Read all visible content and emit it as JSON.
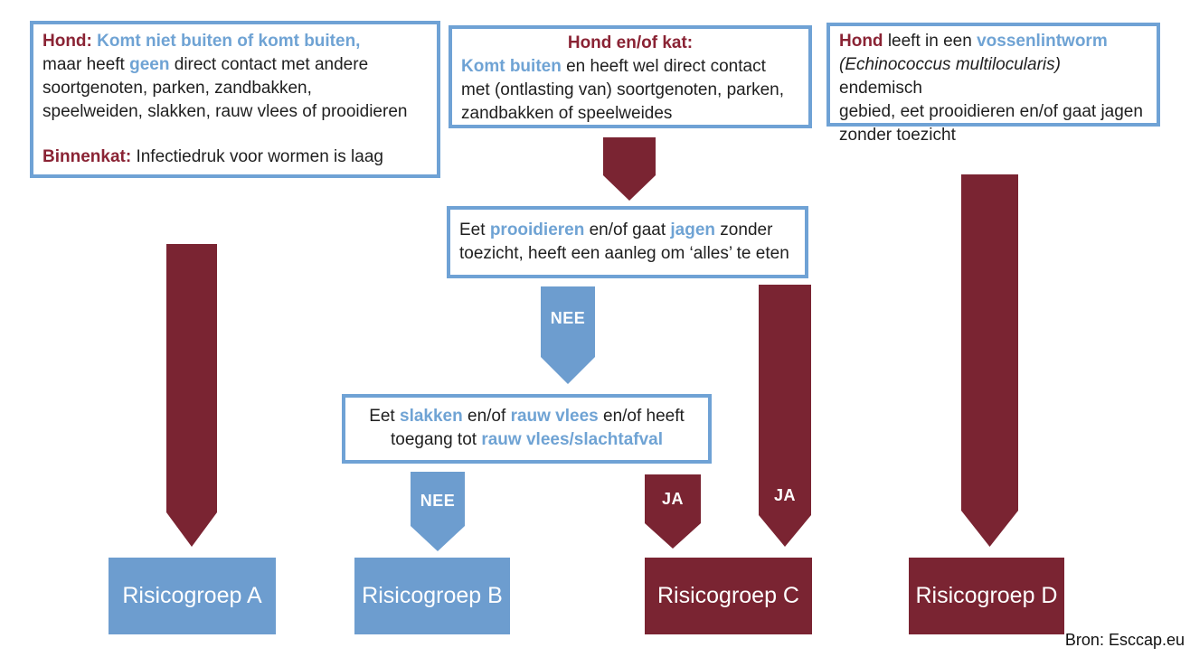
{
  "colors": {
    "box_border_blue": "#6FA2D5",
    "shape_blue": "#6D9DCF",
    "shape_maroon": "#7A2432",
    "text_blue": "#6FA3D4",
    "text_maroon": "#8A2334",
    "text_black": "#1F1F1F"
  },
  "boxes": {
    "indoor": {
      "p1": [
        "Hond: ",
        "Komt niet buiten of komt buiten,",
        "\nmaar heeft ",
        "geen",
        " direct contact met andere\nsoortgenoten, parken, zandbakken,\nspeelweiden, slakken, rauw vlees of prooidieren"
      ],
      "p2": [
        "Binnenkat: ",
        "Infectiedruk voor wormen is laag"
      ]
    },
    "outdoor": {
      "title": "Hond en/of kat:",
      "body": [
        "Komt buiten",
        " en heeft wel direct contact\nmet (ontlasting van) soortgenoten, parken,\nzandbakken of speelweides"
      ]
    },
    "endemic": {
      "body": [
        "Hond",
        " leeft in een ",
        "vossenlintworm",
        "\n(Echinococcus multilocularis)",
        " endemisch\ngebied, eet prooidieren en/of gaat jagen\nzonder toezicht"
      ]
    },
    "prey": {
      "body": [
        "Eet ",
        "prooidieren",
        " en/of gaat ",
        "jagen",
        " zonder\ntoezicht, heeft een aanleg om ‘alles’ te eten"
      ]
    },
    "snails": {
      "body": [
        "Eet ",
        "slakken",
        " en/of ",
        "rauw vlees",
        " en/of heeft\ntoegang tot ",
        "rauw vlees/slachtafval"
      ]
    }
  },
  "arrows": {
    "nee1": {
      "label": "NEE"
    },
    "nee2": {
      "label": "NEE"
    },
    "ja_left": {
      "label": "JA"
    },
    "ja_right": {
      "label": "JA"
    }
  },
  "risk_groups": [
    {
      "id": "A",
      "label": "Risicogroep A"
    },
    {
      "id": "B",
      "label": "Risicogroep B"
    },
    {
      "id": "C",
      "label": "Risicogroep C"
    },
    {
      "id": "D",
      "label": "Risicogroep D"
    }
  ],
  "footer": {
    "source": "Bron: Esccap.eu"
  }
}
